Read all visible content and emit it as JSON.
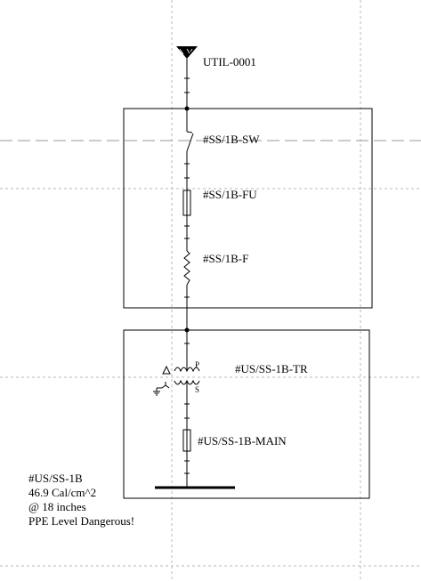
{
  "labels": {
    "utility": "UTIL-0001",
    "switch": "#SS/1B-SW",
    "fuse": "#SS/1B-FU",
    "feeder": "#SS/1B-F",
    "transformer": "#US/SS-1B-TR",
    "main": "#US/SS-1B-MAIN",
    "primary_mark": "P",
    "secondary_mark": "S"
  },
  "arc_flash": {
    "bus": "#US/SS-1B",
    "energy": "46.9 Cal/cm^2",
    "distance": "@ 18 inches",
    "ppe": "PPE Level Dangerous!"
  }
}
